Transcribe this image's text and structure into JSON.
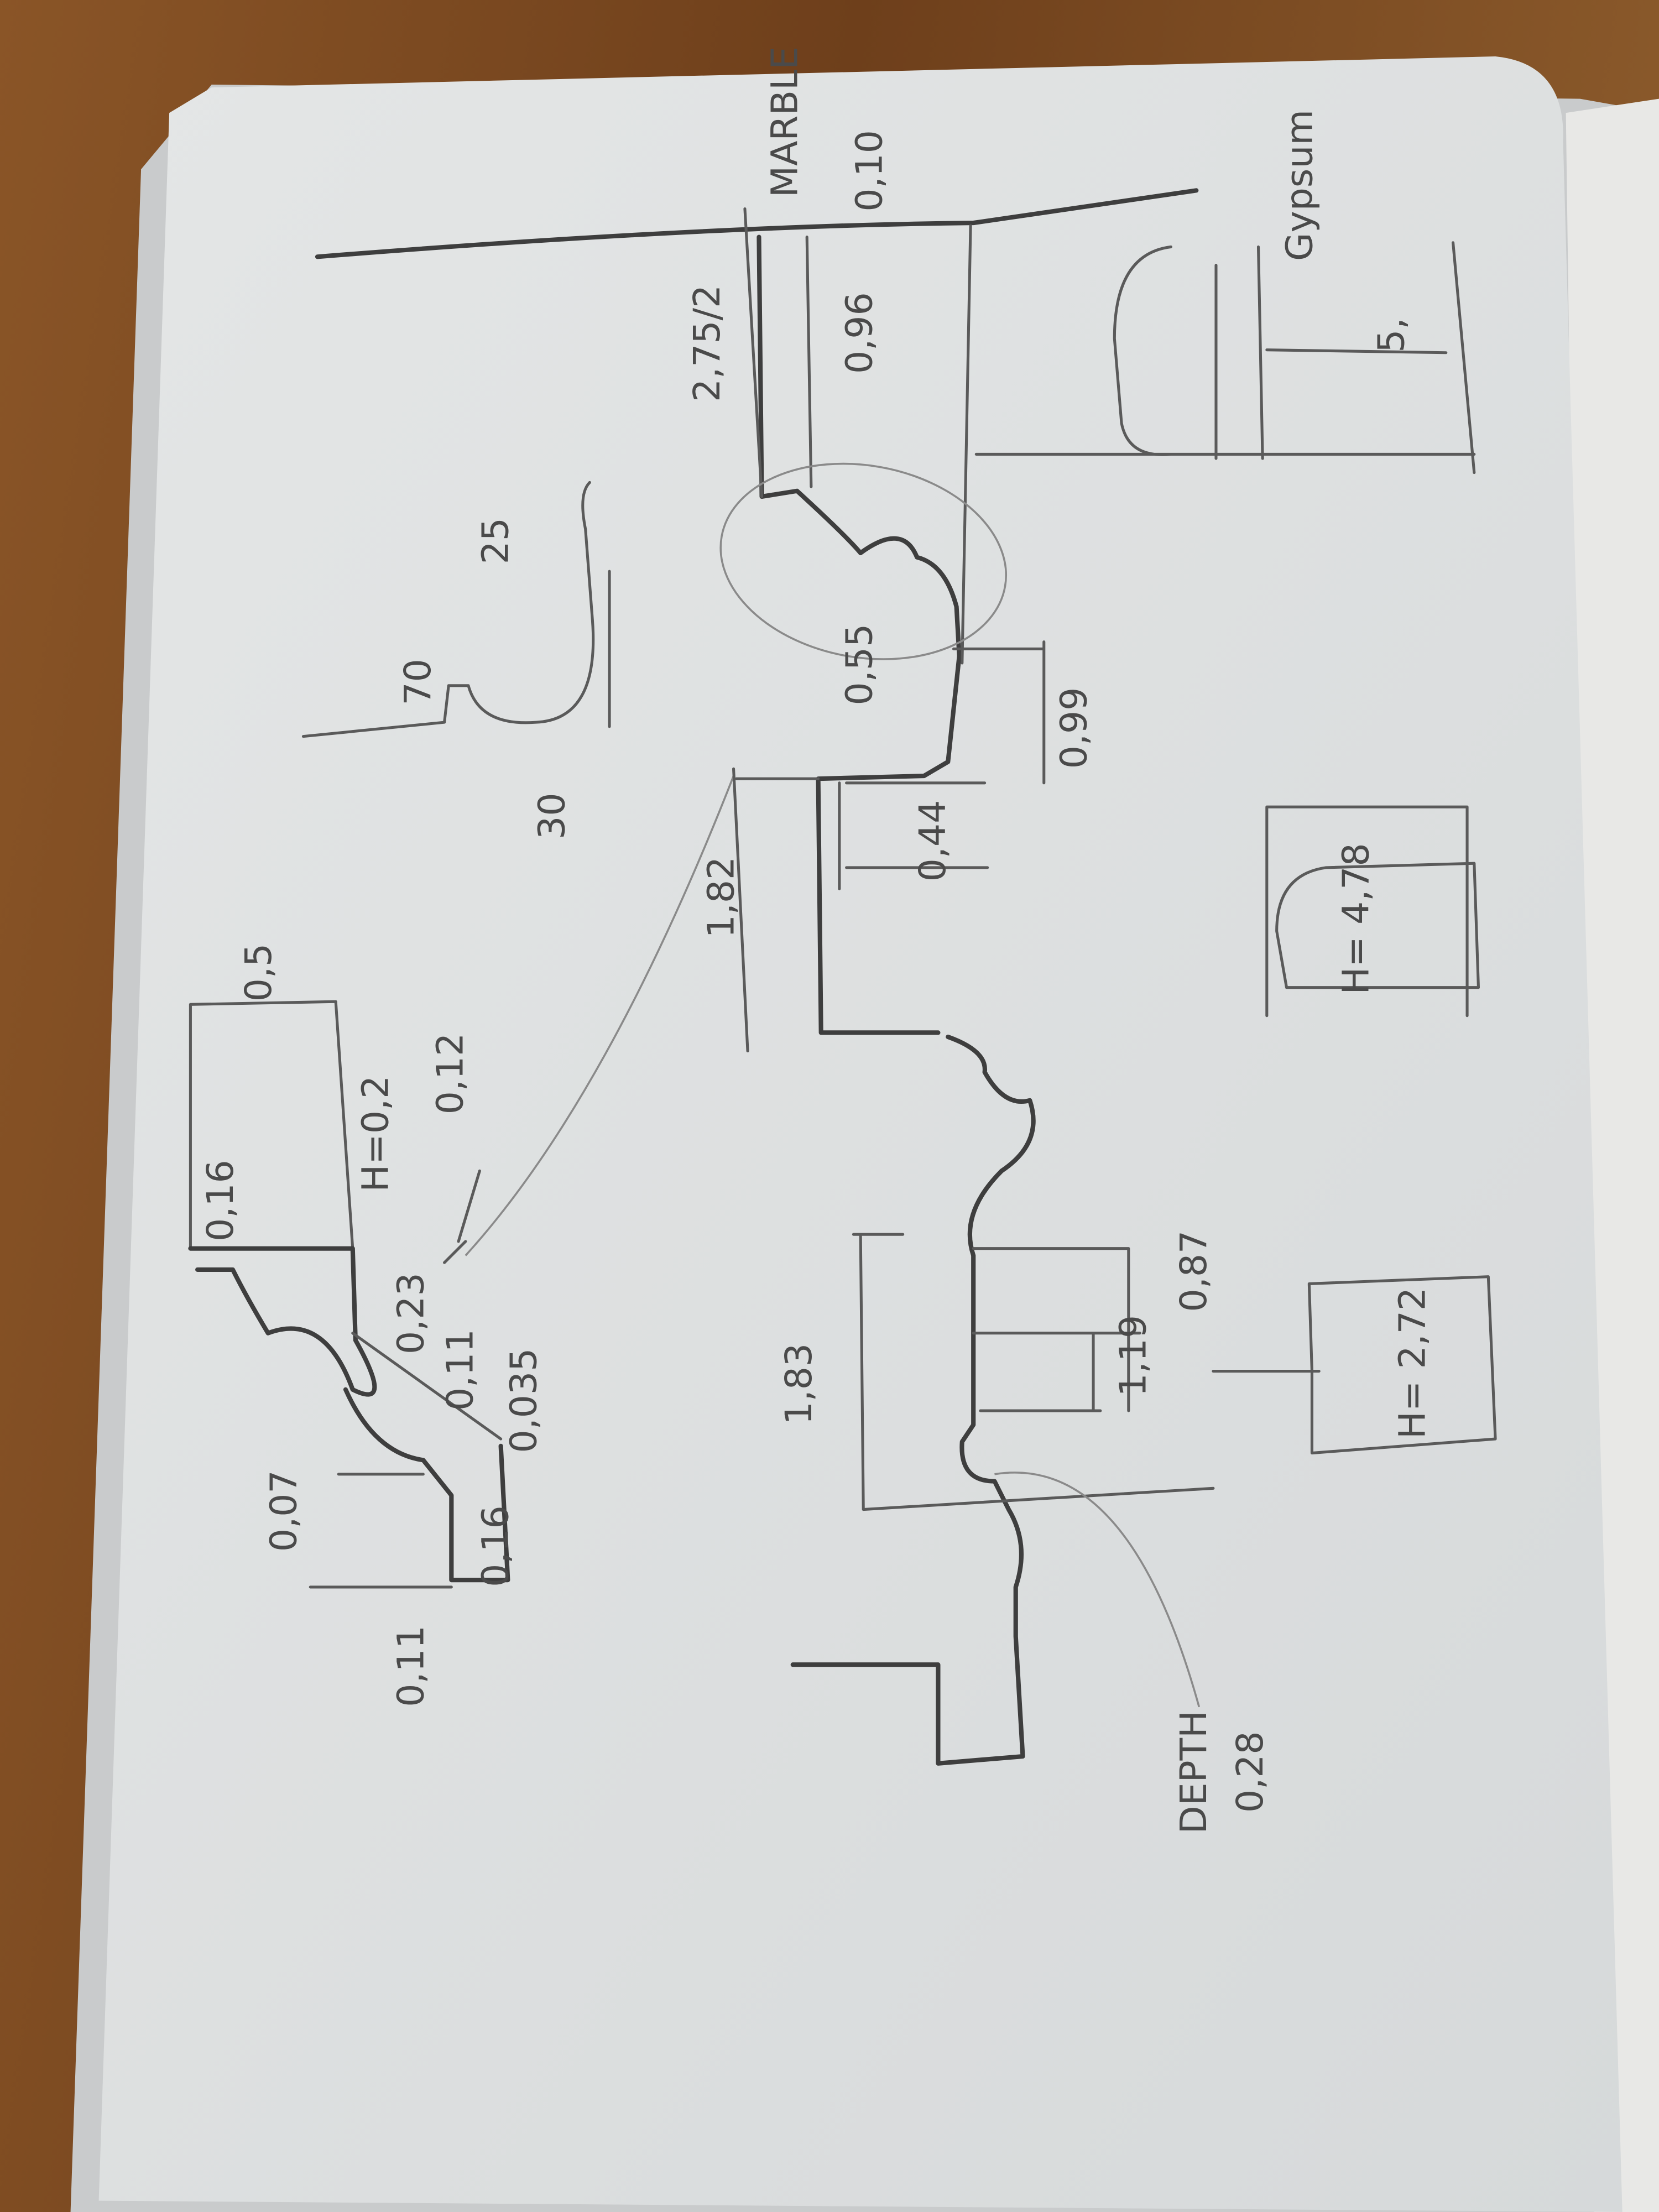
{
  "sketch": {
    "top_left_molding": {
      "labels": [
        "0,5",
        "H=0,2",
        "0,12",
        "0,16",
        "0,23",
        "0,11",
        "0,035",
        "0,16",
        "0,07",
        "0,11"
      ]
    },
    "small_profile": {
      "labels": [
        "70",
        "25",
        "30"
      ]
    },
    "upper_right_profile": {
      "labels": [
        "1,82",
        "0,55",
        "0,99",
        "0,44",
        "2,75/2",
        "0,96",
        "MARBLE",
        "0,10"
      ]
    },
    "gypsum_block": {
      "labels": [
        "Gypsum",
        "5,"
      ]
    },
    "arch_panel": {
      "label": "H= 4,78"
    },
    "lower_profile": {
      "labels": [
        "1,83",
        "0,87",
        "1,19",
        "DEPTH",
        "0,28"
      ]
    },
    "panel_box": {
      "label": "H= 2,72"
    }
  },
  "colors": {
    "paper": "#dfe1e2",
    "pencil": "#4a4a4a",
    "wood": "#7a4a22"
  }
}
